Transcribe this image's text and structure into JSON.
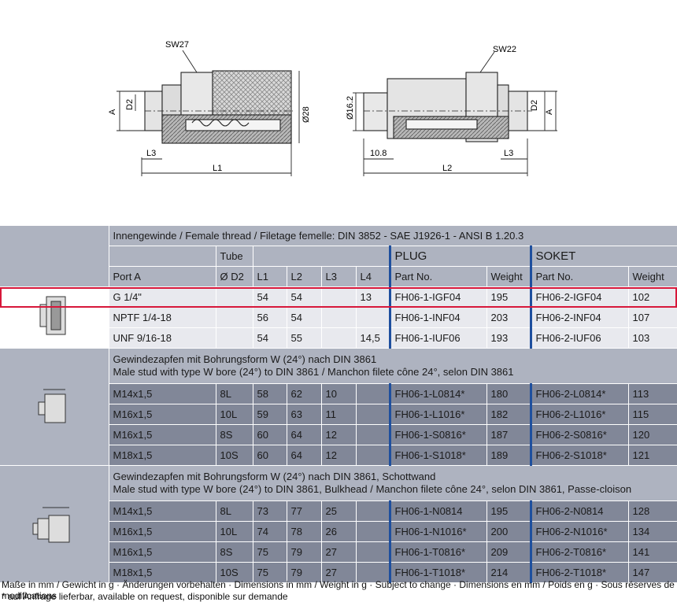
{
  "drawing": {
    "left": {
      "sw": "SW27",
      "a": "A",
      "d2": "D2",
      "dia": "Ø28",
      "l3": "L3",
      "l1": "L1"
    },
    "right": {
      "sw": "SW22",
      "dia": "Ø16.2",
      "a": "A",
      "d2": "D2",
      "l3": "L3",
      "l2": "L2",
      "dim108": "10.8"
    }
  },
  "table": {
    "thread_header": "Innengewinde / Female thread / Filetage femelle: DIN 3852 - SAE J1926-1 - ANSI B 1.20.3",
    "tube": "Tube",
    "plug": "PLUG",
    "soket": "SOKET",
    "cols": {
      "port": "Port A",
      "d2": "Ø D2",
      "l1": "L1",
      "l2": "L2",
      "l3": "L3",
      "l4": "L4",
      "part_plug": "Part No.",
      "weight_plug": "Weight",
      "part_soket": "Part No.",
      "weight_soket": "Weight"
    },
    "group1": [
      {
        "port": "G 1/4\"",
        "d2": "",
        "l1": "54",
        "l2": "54",
        "l3": "",
        "l4": "13",
        "pp": "FH06-1-IGF04",
        "wp": "195",
        "ps": "FH06-2-IGF04",
        "ws": "102"
      },
      {
        "port": "NPTF 1/4-18",
        "d2": "",
        "l1": "56",
        "l2": "54",
        "l3": "",
        "l4": "",
        "pp": "FH06-1-INF04",
        "wp": "203",
        "ps": "FH06-2-INF04",
        "ws": "107"
      },
      {
        "port": "UNF 9/16-18",
        "d2": "",
        "l1": "54",
        "l2": "55",
        "l3": "",
        "l4": "14,5",
        "pp": "FH06-1-IUF06",
        "wp": "193",
        "ps": "FH06-2-IUF06",
        "ws": "103"
      }
    ],
    "section2": {
      "line1": "Gewindezapfen mit Bohrungsform W (24°) nach DIN 3861",
      "line2": "Male stud with type W bore (24°) to DIN 3861 / Manchon filete cône 24°, selon DIN 3861"
    },
    "group2": [
      {
        "port": "M14x1,5",
        "d2": "8L",
        "l1": "58",
        "l2": "62",
        "l3": "10",
        "l4": "",
        "pp": "FH06-1-L0814*",
        "wp": "180",
        "ps": "FH06-2-L0814*",
        "ws": "113"
      },
      {
        "port": "M16x1,5",
        "d2": "10L",
        "l1": "59",
        "l2": "63",
        "l3": "11",
        "l4": "",
        "pp": "FH06-1-L1016*",
        "wp": "182",
        "ps": "FH06-2-L1016*",
        "ws": "115"
      },
      {
        "port": "M16x1,5",
        "d2": "8S",
        "l1": "60",
        "l2": "64",
        "l3": "12",
        "l4": "",
        "pp": "FH06-1-S0816*",
        "wp": "187",
        "ps": "FH06-2-S0816*",
        "ws": "120"
      },
      {
        "port": "M18x1,5",
        "d2": "10S",
        "l1": "60",
        "l2": "64",
        "l3": "12",
        "l4": "",
        "pp": "FH06-1-S1018*",
        "wp": "189",
        "ps": "FH06-2-S1018*",
        "ws": "121"
      }
    ],
    "section3": {
      "line1": "Gewindezapfen mit Bohrungsform W (24°) nach DIN 3861, Schottwand",
      "line2": "Male stud with type W bore (24°) to DIN 3861, Bulkhead / Manchon filete cône 24°, selon DIN 3861, Passe-cloison"
    },
    "group3": [
      {
        "port": "M14x1,5",
        "d2": "8L",
        "l1": "73",
        "l2": "77",
        "l3": "25",
        "l4": "",
        "pp": "FH06-1-N0814",
        "wp": "195",
        "ps": "FH06-2-N0814",
        "ws": "128"
      },
      {
        "port": "M16x1,5",
        "d2": "10L",
        "l1": "74",
        "l2": "78",
        "l3": "26",
        "l4": "",
        "pp": "FH06-1-N1016*",
        "wp": "200",
        "ps": "FH06-2-N1016*",
        "ws": "134"
      },
      {
        "port": "M16x1,5",
        "d2": "8S",
        "l1": "75",
        "l2": "79",
        "l3": "27",
        "l4": "",
        "pp": "FH06-1-T0816*",
        "wp": "209",
        "ps": "FH06-2-T0816*",
        "ws": "141"
      },
      {
        "port": "M18x1,5",
        "d2": "10S",
        "l1": "75",
        "l2": "79",
        "l3": "27",
        "l4": "",
        "pp": "FH06-1-T1018*",
        "wp": "214",
        "ps": "FH06-2-T1018*",
        "ws": "147"
      }
    ]
  },
  "footnotes": {
    "line1": "Maße in mm / Gewicht in g · Änderungen vorbehalten · Dimensions in mm / Weight in g · Subject to change · Dimensions en mm / Poids en g · Sous réserves de modifications",
    "line2": "* auf Anfrage lieferbar, available on request, disponible sur demande"
  },
  "colors": {
    "header": "#aeb3c0",
    "row": "#e8e9ee",
    "dark": "#818798",
    "accent": "#1e4f9e",
    "highlight": "#d7173a"
  }
}
